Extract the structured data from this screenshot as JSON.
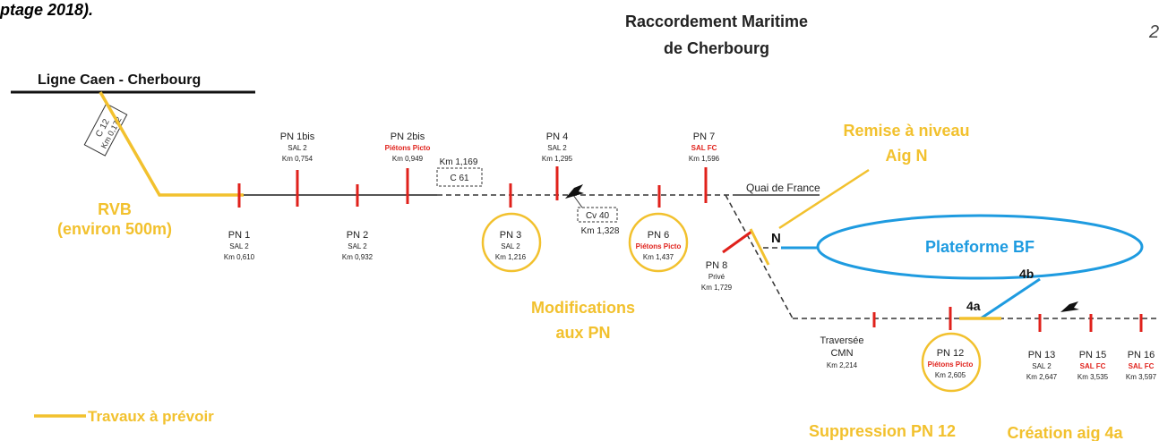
{
  "header": {
    "caption_fragment": "ptage 2018).",
    "title_line1": "Raccordement Maritime",
    "title_line2": "de Cherbourg",
    "page_mark": "2"
  },
  "ligne": {
    "title": "Ligne Caen - Cherbourg",
    "box_c12": "C 12",
    "box_km": "Km 0,172"
  },
  "rvb": {
    "line1": "RVB",
    "line2": "(environ 500m)"
  },
  "crossings": [
    {
      "name": "PN 1",
      "sub": "SAL 2",
      "km": "Km 0,610"
    },
    {
      "name": "PN 1bis",
      "sub": "SAL 2",
      "km": "Km 0,754"
    },
    {
      "name": "PN 2",
      "sub": "SAL 2",
      "km": "Km 0,932"
    },
    {
      "name": "PN 2bis",
      "sub": "Piétons Picto",
      "km": "Km 0,949"
    },
    {
      "name": "PN 3",
      "sub": "SAL 2",
      "km": "Km 1,216"
    },
    {
      "name": "PN 4",
      "sub": "SAL 2",
      "km": "Km 1,295"
    },
    {
      "name": "PN 6",
      "sub": "Piétons Picto",
      "km": "Km 1,437"
    },
    {
      "name": "PN 7",
      "sub": "SAL FC",
      "km": "Km 1,596"
    },
    {
      "name": "PN 8",
      "sub": "Privé",
      "km": "Km 1,729"
    },
    {
      "name": "Traversée",
      "sub": "CMN",
      "km": "Km 2,214"
    },
    {
      "name": "PN 12",
      "sub": "Piétons Picto",
      "km": "Km 2,605"
    },
    {
      "name": "PN 13",
      "sub": "SAL 2",
      "km": "Km 2,647"
    },
    {
      "name": "PN 15",
      "sub": "SAL FC",
      "km": "Km 3,535"
    },
    {
      "name": "PN 16",
      "sub": "SAL FC",
      "km": "Km 3,597"
    }
  ],
  "boxes": {
    "c61_km": "Km 1,169",
    "c61": "C 61",
    "cv40": "Cv 40",
    "cv40_km": "Km 1,328"
  },
  "labels": {
    "quai": "Quai de France",
    "remise_line1": "Remise à niveau",
    "remise_line2": "Aig N",
    "aig_n": "N",
    "plateforme": "Plateforme BF",
    "modif_line1": "Modifications",
    "modif_line2": "aux PN",
    "aig_4a": "4a",
    "aig_4b": "4b",
    "suppression": "Suppression PN 12",
    "creation": "Création aig 4a",
    "legend": "Travaux à prévoir"
  },
  "colors": {
    "works": "#f2c12e",
    "crossing": "#e0211b",
    "platform": "#1e9be0",
    "track": "#333333",
    "highlight_text": "#e0211b"
  }
}
